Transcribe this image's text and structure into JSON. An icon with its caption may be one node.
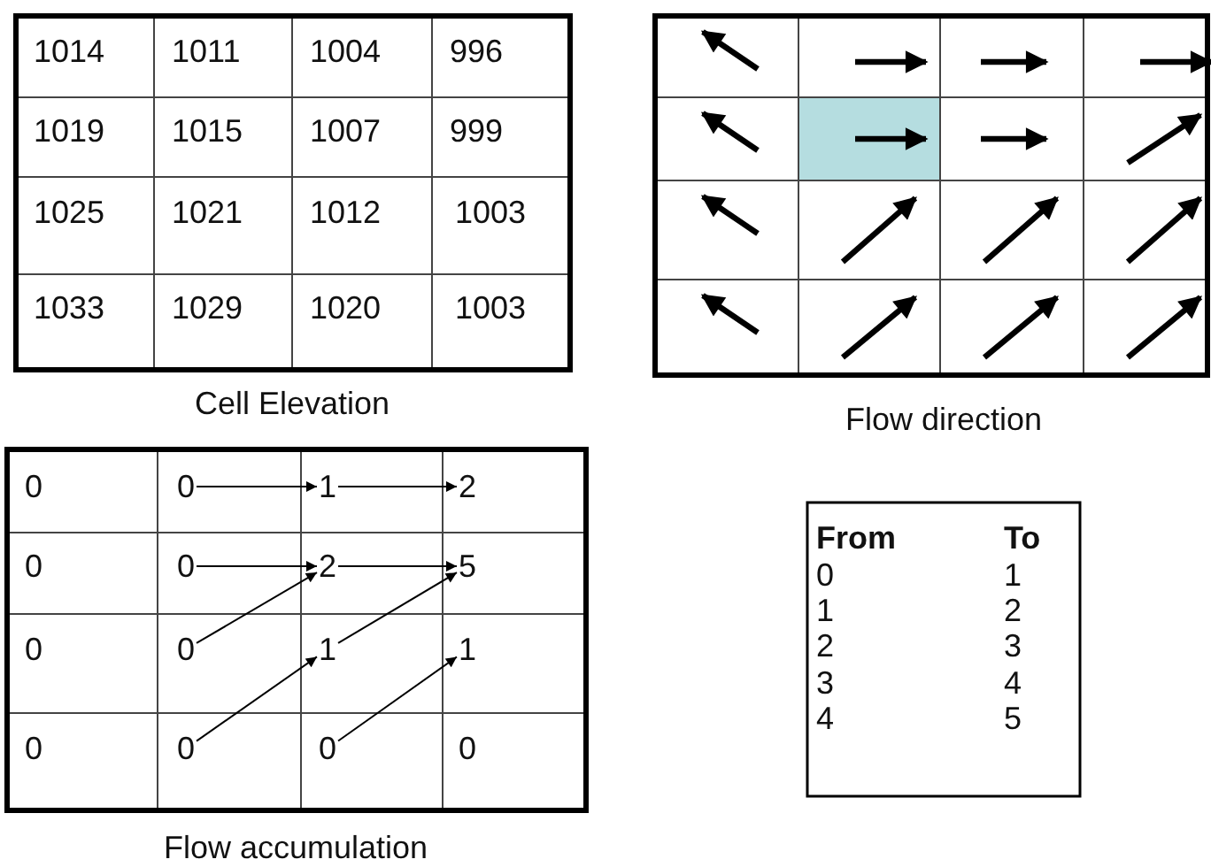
{
  "diagram": {
    "nodes": [
      {
        "text": [
          "0"
        ]
      },
      {
        "text": [
          "0"
        ]
      },
      {
        "text": [
          "1"
        ]
      },
      {
        "text": [
          "2"
        ]
      },
      {
        "text": [
          "0"
        ]
      },
      {
        "text": [
          "0"
        ]
      },
      {
        "text": [
          "2"
        ]
      },
      {
        "text": [
          "5"
        ]
      },
      {
        "text": [
          "0"
        ]
      },
      {
        "text": [
          "0"
        ]
      },
      {
        "text": [
          "1"
        ]
      },
      {
        "text": [
          "1"
        ]
      },
      {
        "text": [
          "0"
        ]
      },
      {
        "text": [
          "0"
        ]
      },
      {
        "text": [
          "0"
        ]
      },
      {
        "text": [
          "0"
        ]
      }
    ],
    "edges": [
      {
        "from": 1,
        "to": 2,
        "arrow": "to"
      },
      {
        "from": 2,
        "to": 3,
        "arrow": "to"
      },
      {
        "from": 5,
        "to": 6,
        "arrow": "to"
      },
      {
        "from": 6,
        "to": 7,
        "arrow": "to"
      },
      {
        "from": 9,
        "to": 6,
        "arrow": "to"
      },
      {
        "from": 10,
        "to": 7,
        "arrow": "to"
      },
      {
        "from": 13,
        "to": 10,
        "arrow": "to"
      },
      {
        "from": 14,
        "to": 11,
        "arrow": "to"
      }
    ],
    "labels": [
      "1014",
      "1011",
      "1004",
      "996",
      "1019",
      "1015",
      "1007",
      "999",
      "1025",
      "1021",
      "1012",
      "1003",
      "1033",
      "1029",
      "1020",
      "1003",
      "Cell Elevation",
      "Flow direction",
      "From",
      "To",
      "0",
      "1",
      "1",
      "2",
      "2",
      "3",
      "3",
      "4",
      "4",
      "5",
      "Flow accumulation"
    ]
  }
}
